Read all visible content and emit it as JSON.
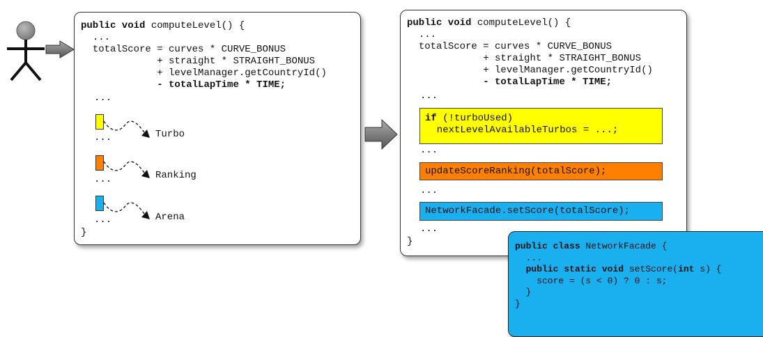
{
  "left_panel": {
    "signature_kw": "public void",
    "signature_rest": " computeLevel() {",
    "line_dots": "...",
    "line_total": "totalScore = curves * CURVE_BONUS",
    "line_straight": "           + straight * STRAIGHT_BONUS",
    "line_country": "           + levelManager.getCountryId()",
    "line_lap": "           - totalLapTime * TIME;",
    "dots": "...",
    "closing": "}",
    "features": [
      {
        "label": "Turbo",
        "color": "#ffff00"
      },
      {
        "label": "Ranking",
        "color": "#ff8000"
      },
      {
        "label": "Arena",
        "color": "#1ab0f0"
      }
    ]
  },
  "right_panel": {
    "signature_kw": "public void",
    "signature_rest": " computeLevel() {",
    "line_dots": "...",
    "line_total": "totalScore = curves * CURVE_BONUS",
    "line_straight": "           + straight * STRAIGHT_BONUS",
    "line_country": "           + levelManager.getCountryId()",
    "line_lap": "           - totalLapTime * TIME;",
    "dots": "...",
    "closing": "}",
    "turbo_if_kw": "if",
    "turbo_if_rest": " (!turboUsed)",
    "turbo_body": "  nextLevelAvailableTurbos = ...;",
    "ranking_code": "updateScoreRanking(totalScore);",
    "arena_code": "NetworkFacade.setScore(totalScore);",
    "colors": {
      "turbo": "#ffff00",
      "ranking": "#ff8000",
      "arena": "#1ab0f0"
    }
  },
  "facade_panel": {
    "line1_kw": "public class",
    "line1_rest": " NetworkFacade {",
    "line2": "  ...",
    "line3_kw": "public static void",
    "line3_mid": " setScore(",
    "line3_kw2": "int",
    "line3_rest": " s) {",
    "line4": "    score = (s < 0) ? 0 : s;",
    "line5": "  }",
    "line6": "}",
    "color": "#1ab0f0"
  },
  "colors": {
    "turbo": "#ffff00",
    "ranking": "#ff8000",
    "arena": "#1ab0f0",
    "border": "#333333"
  },
  "icons": [
    "stick-figure-icon",
    "arrow-right-icon",
    "arrow-right-icon",
    "squiggle-arrow-icon"
  ]
}
